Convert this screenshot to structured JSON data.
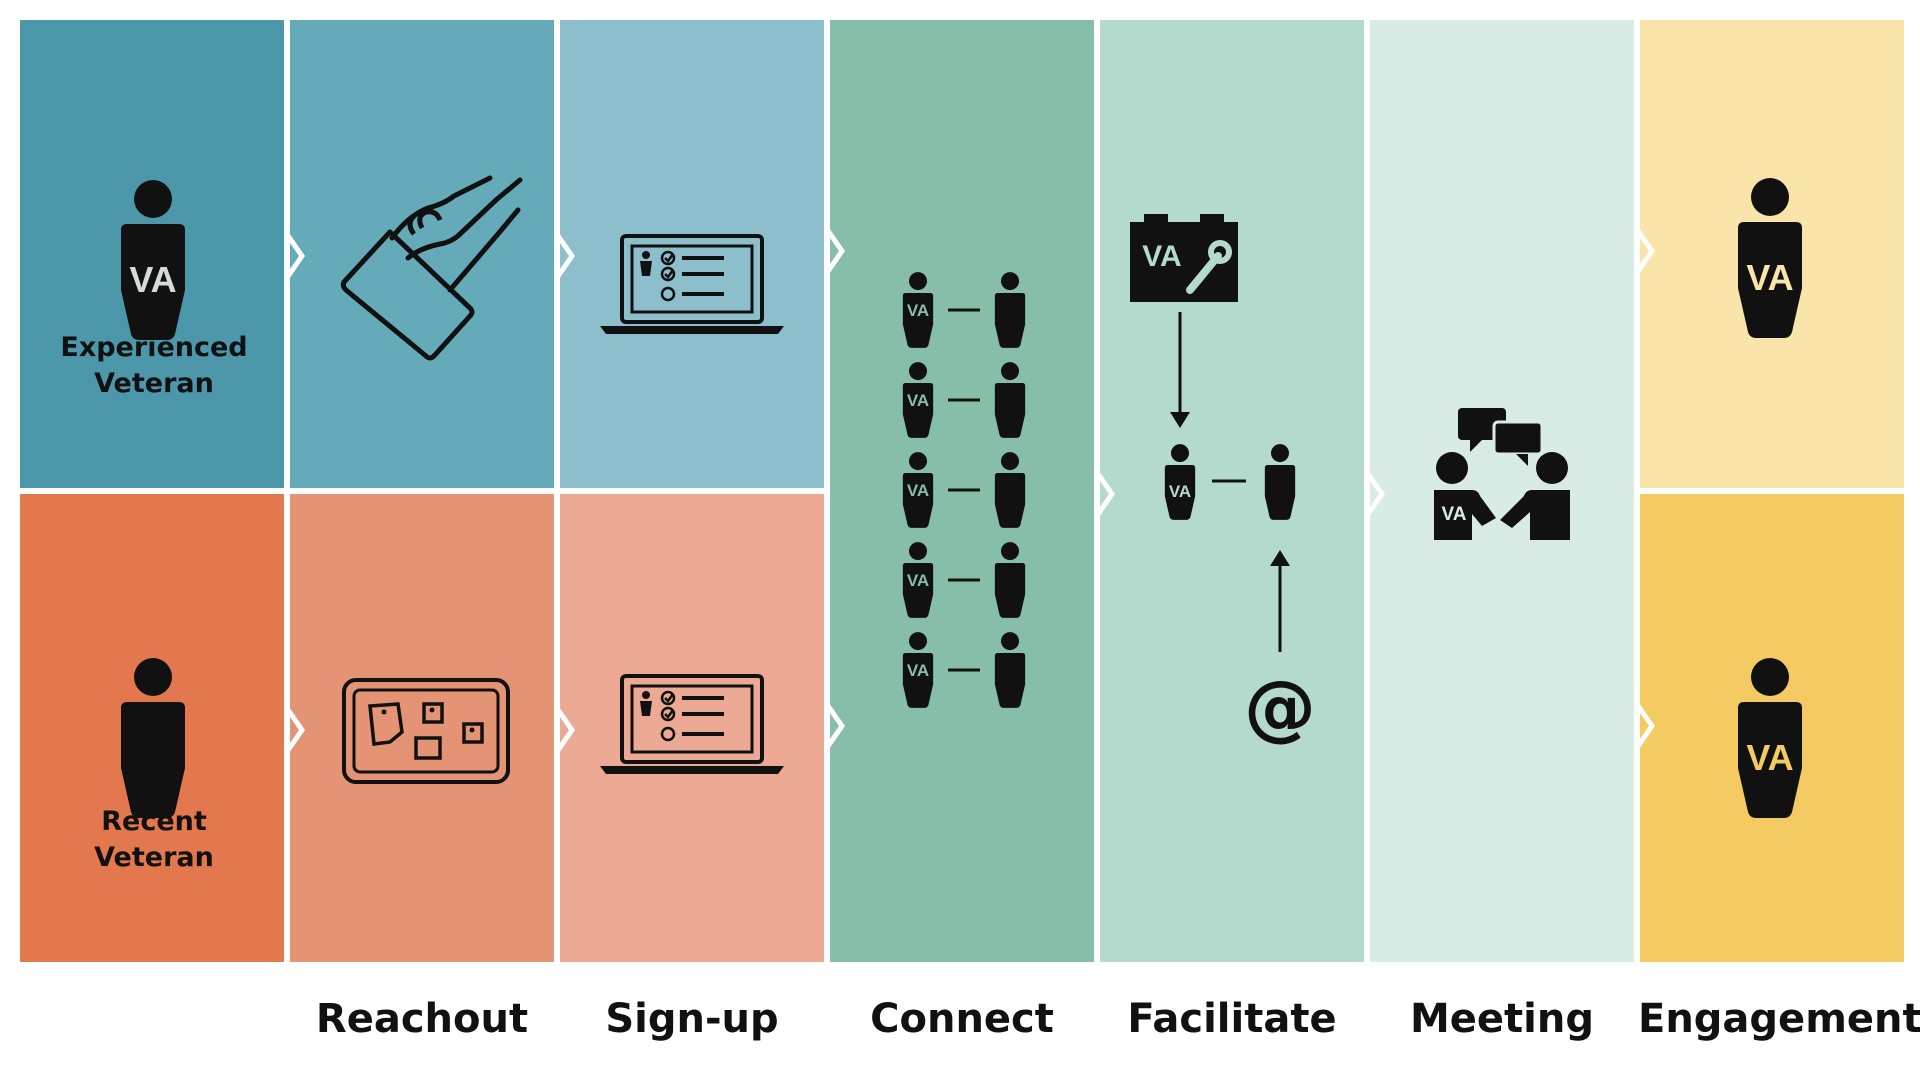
{
  "actors": {
    "experienced": {
      "line1": "Experienced",
      "line2": "Veteran"
    },
    "recent": {
      "line1": "Recent",
      "line2": "Veteran"
    }
  },
  "badge_text": "VA",
  "stages": [
    "Reachout",
    "Sign-up",
    "Connect",
    "Facilitate",
    "Meeting",
    "Engagement"
  ],
  "colors": {
    "experienced": "#4c97a9",
    "reachout_top": "#64aab8",
    "signup_top": "#8cbfcb",
    "recent": "#e3774d",
    "reachout_bottom": "#e49475",
    "signup_bottom": "#ecaa95",
    "connect": "#86bea9",
    "facilitate": "#b4dacd",
    "meeting": "#d8ebe4",
    "engagement_top": "#f9e4a9",
    "engagement_bottom": "#f4cb62",
    "icon": "#111111",
    "badge_light": "#d4dbdb",
    "badge_gold": "#f4cb62"
  },
  "icons": [
    "hand-flyer-icon",
    "laptop-checklist-icon",
    "bulletin-board-icon",
    "mentor-pair-icon",
    "toolkit-icon",
    "at-sign-icon",
    "speech-bubbles-icon",
    "handshake-icon"
  ]
}
